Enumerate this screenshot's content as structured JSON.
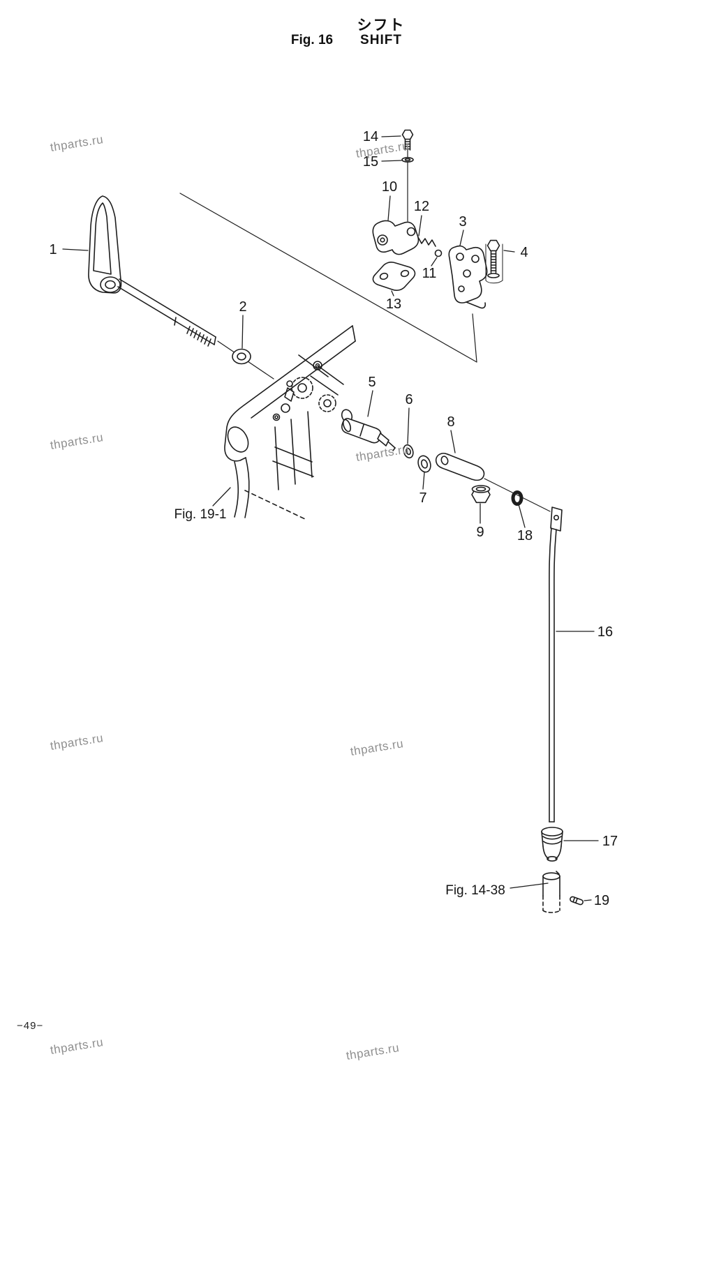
{
  "page": {
    "title_jp": "シフト",
    "fig_label": "Fig. 16",
    "title_en": "SHIFT",
    "page_number": "−49−"
  },
  "watermark": {
    "text": "thparts.ru"
  },
  "references": {
    "fig_19_1": "Fig. 19-1",
    "fig_14_38": "Fig. 14-38"
  },
  "callouts": [
    {
      "text": "1"
    },
    {
      "text": "2"
    },
    {
      "text": "3"
    },
    {
      "text": "4"
    },
    {
      "text": "5"
    },
    {
      "text": "6"
    },
    {
      "text": "7"
    },
    {
      "text": "8"
    },
    {
      "text": "9"
    },
    {
      "text": "10"
    },
    {
      "text": "11"
    },
    {
      "text": "12"
    },
    {
      "text": "13"
    },
    {
      "text": "14"
    },
    {
      "text": "15"
    },
    {
      "text": "16"
    },
    {
      "text": "17"
    },
    {
      "text": "18"
    },
    {
      "text": "19"
    }
  ]
}
